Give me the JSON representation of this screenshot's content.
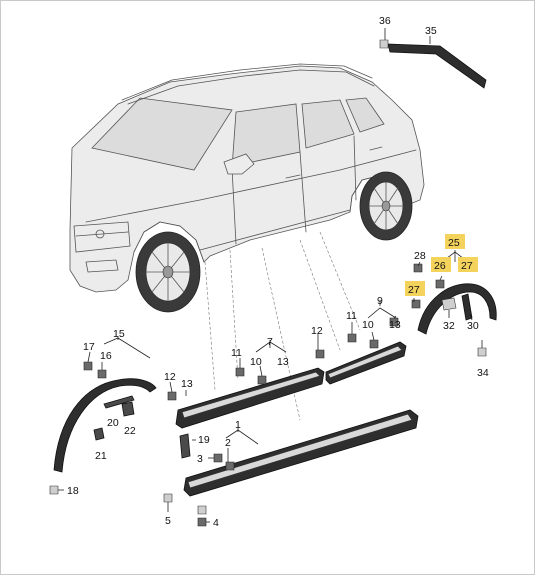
{
  "diagram": {
    "callouts": [
      {
        "id": "c36",
        "text": "36",
        "highlighted": false
      },
      {
        "id": "c35",
        "text": "35",
        "highlighted": false
      },
      {
        "id": "c25",
        "text": "25",
        "highlighted": true
      },
      {
        "id": "c28",
        "text": "28",
        "highlighted": false
      },
      {
        "id": "c26",
        "text": "26",
        "highlighted": true
      },
      {
        "id": "c27a",
        "text": "27",
        "highlighted": true
      },
      {
        "id": "c27b",
        "text": "27",
        "highlighted": true
      },
      {
        "id": "c32",
        "text": "32",
        "highlighted": false
      },
      {
        "id": "c30",
        "text": "30",
        "highlighted": false
      },
      {
        "id": "c34",
        "text": "34",
        "highlighted": false
      },
      {
        "id": "c9",
        "text": "9",
        "highlighted": false
      },
      {
        "id": "c11a",
        "text": "11",
        "highlighted": false
      },
      {
        "id": "c10a",
        "text": "10",
        "highlighted": false
      },
      {
        "id": "c13a",
        "text": "13",
        "highlighted": false
      },
      {
        "id": "c12a",
        "text": "12",
        "highlighted": false
      },
      {
        "id": "c7",
        "text": "7",
        "highlighted": false
      },
      {
        "id": "c11b",
        "text": "11",
        "highlighted": false
      },
      {
        "id": "c10b",
        "text": "10",
        "highlighted": false
      },
      {
        "id": "c13b",
        "text": "13",
        "highlighted": false
      },
      {
        "id": "c15",
        "text": "15",
        "highlighted": false
      },
      {
        "id": "c17",
        "text": "17",
        "highlighted": false
      },
      {
        "id": "c16",
        "text": "16",
        "highlighted": false
      },
      {
        "id": "c12b",
        "text": "12",
        "highlighted": false
      },
      {
        "id": "c13c",
        "text": "13",
        "highlighted": false
      },
      {
        "id": "c20",
        "text": "20",
        "highlighted": false
      },
      {
        "id": "c22",
        "text": "22",
        "highlighted": false
      },
      {
        "id": "c21",
        "text": "21",
        "highlighted": false
      },
      {
        "id": "c1",
        "text": "1",
        "highlighted": false
      },
      {
        "id": "c19",
        "text": "19",
        "highlighted": false
      },
      {
        "id": "c2",
        "text": "2",
        "highlighted": false
      },
      {
        "id": "c3",
        "text": "3",
        "highlighted": false
      },
      {
        "id": "c18",
        "text": "18",
        "highlighted": false
      },
      {
        "id": "c5",
        "text": "5",
        "highlighted": false
      },
      {
        "id": "c4",
        "text": "4",
        "highlighted": false
      }
    ],
    "colors": {
      "highlight": "#f3d35c",
      "line": "#222222",
      "part_dark": "#2e2e2e"
    }
  }
}
